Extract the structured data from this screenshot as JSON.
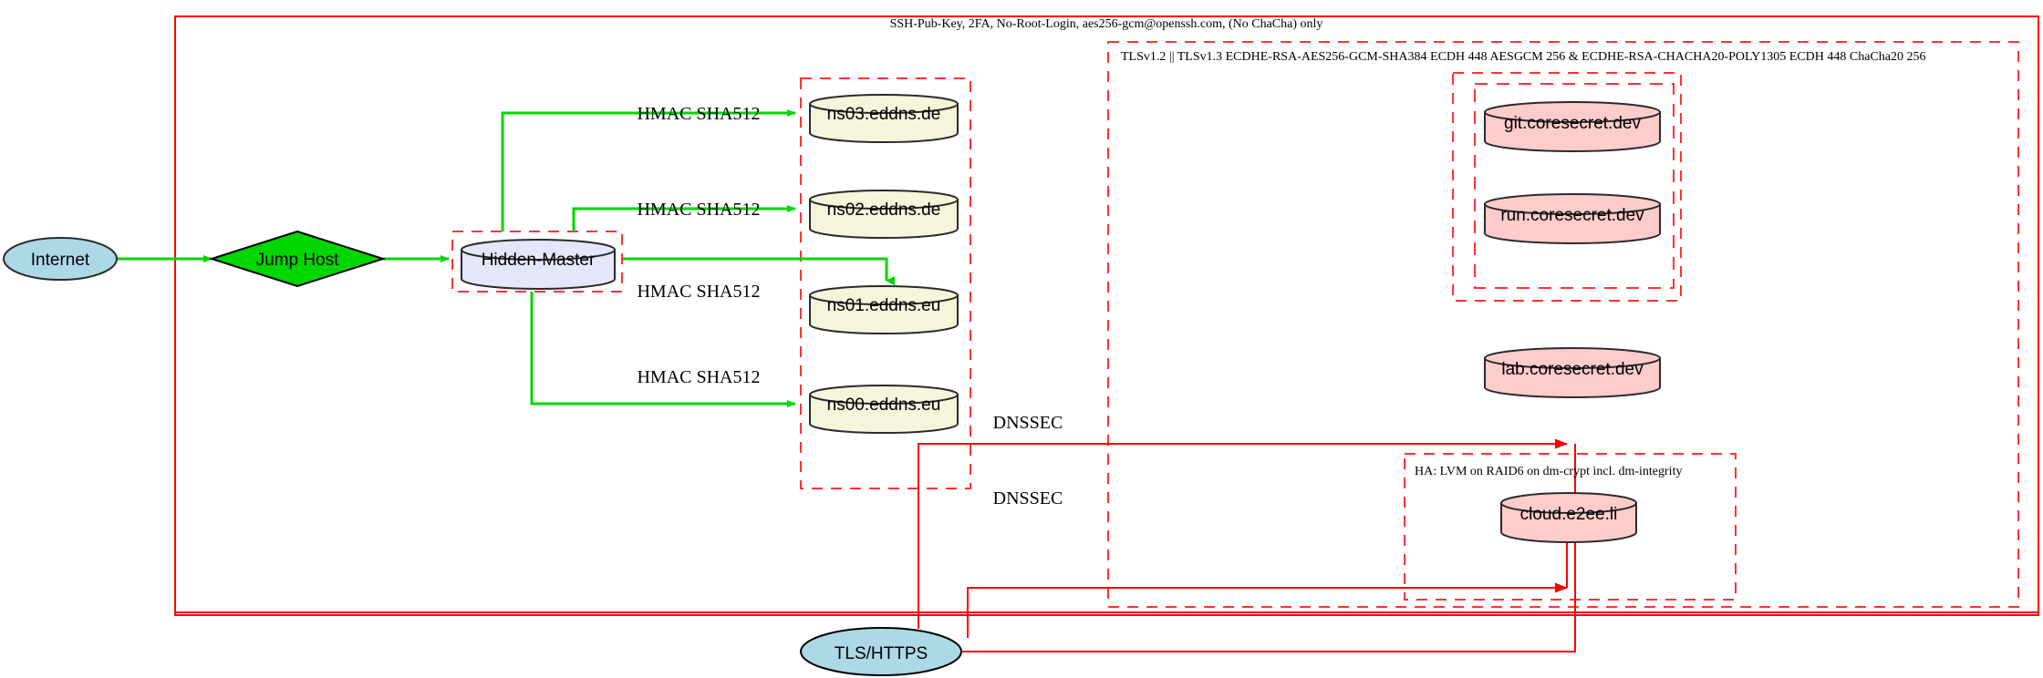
{
  "diagram": {
    "title_top_label": "SSH-Pub-Key, 2FA, No-Root-Login, aes256-gcm@openssh.com, (No ChaCha) only",
    "tls_cluster_label": "TLSv1.2 || TLSv1.3 ECDHE-RSA-AES256-GCM-SHA384 ECDH 448 AESGCM 256 & ECDHE-RSA-CHACHA20-POLY1305 ECDH 448 ChaCha20 256",
    "ha_cluster_label": "HA: LVM on RAID6 on dm-crypt incl. dm-integrity",
    "colors": {
      "cluster_border": "#ff0000",
      "cluster_border_dashed": "#ff3333",
      "ssh_edge": "#00d600",
      "tls_edge": "#ff0000",
      "internet_fill": "#add8e6",
      "jumphost_fill": "#00d600",
      "master_fill": "#e6e6fa",
      "ns_fill": "#f5f5dc",
      "app_fill": "#ffcccc",
      "node_stroke": "#2a2a2a"
    }
  },
  "nodes": {
    "internet": {
      "label": "Internet",
      "shape": "ellipse"
    },
    "jumphost": {
      "label": "Jump Host",
      "shape": "diamond"
    },
    "master": {
      "label": "Hidden-Master",
      "shape": "cylinder"
    },
    "ns03": {
      "label": "ns03.eddns.de",
      "shape": "cylinder"
    },
    "ns02": {
      "label": "ns02.eddns.de",
      "shape": "cylinder"
    },
    "ns01": {
      "label": "ns01.eddns.eu",
      "shape": "cylinder"
    },
    "ns00": {
      "label": "ns00.eddns.eu",
      "shape": "cylinder"
    },
    "git": {
      "label": "git.coresecret.dev",
      "shape": "cylinder"
    },
    "run": {
      "label": "run.coresecret.dev",
      "shape": "cylinder"
    },
    "lab": {
      "label": "lab.coresecret.dev",
      "shape": "cylinder"
    },
    "cloud": {
      "label": "cloud.e2ee.li",
      "shape": "cylinder"
    },
    "tlshttps": {
      "label": "TLS/HTTPS",
      "shape": "ellipse"
    }
  },
  "edge_labels": {
    "hmac_ns03": "HMAC SHA512",
    "hmac_ns02": "HMAC SHA512",
    "hmac_ns01": "HMAC SHA512",
    "hmac_ns00": "HMAC SHA512",
    "dnssec_upper": "DNSSEC",
    "dnssec_lower": "DNSSEC"
  }
}
